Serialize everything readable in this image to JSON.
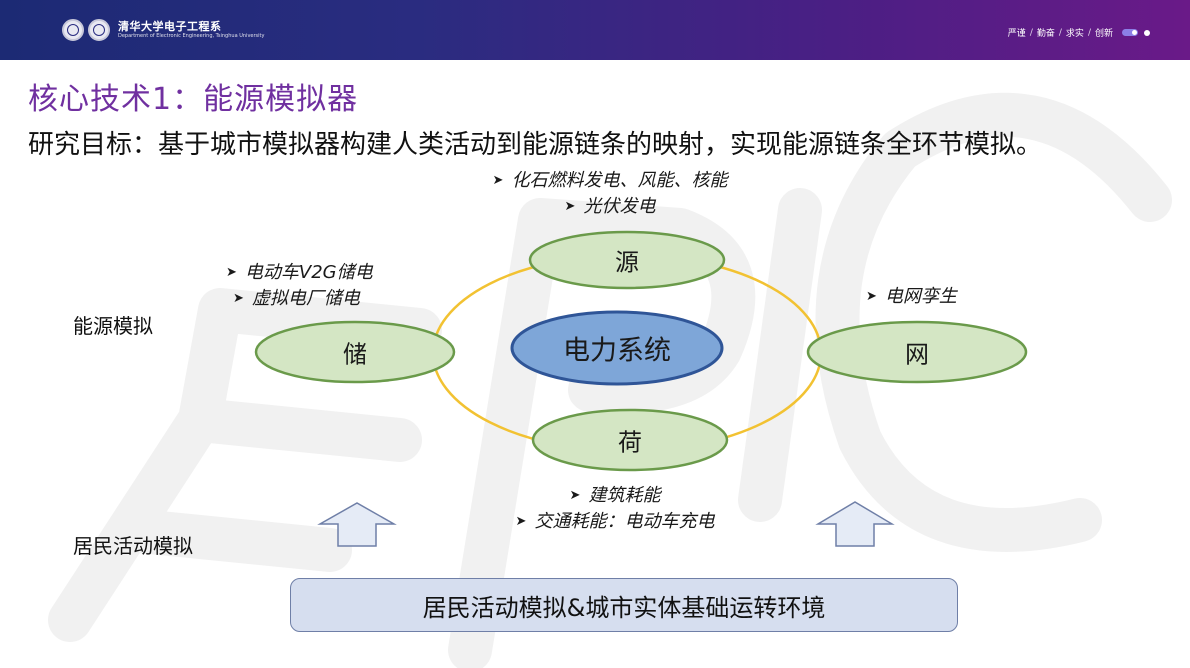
{
  "header": {
    "logo_cn": "清华大学电子工程系",
    "logo_en": "Department of Electronic Engineering, Tsinghua University",
    "motto": [
      "严谨",
      "勤奋",
      "求实",
      "创新"
    ],
    "motto_separator": "/"
  },
  "slide": {
    "title": "核心技术1：能源模拟器",
    "goal": "研究目标：基于城市模拟器构建人类活动到能源链条的映射，实现能源链条全环节模拟。"
  },
  "diagram": {
    "core": "电力系统",
    "nodes": {
      "source": "源",
      "storage": "储",
      "grid": "网",
      "load": "荷"
    },
    "side_labels": {
      "energy_sim": "能源模拟",
      "resident_sim": "居民活动模拟"
    },
    "bullets": {
      "source": [
        "化石燃料发电、风能、核能",
        "光伏发电"
      ],
      "storage": [
        "电动车V2G储电",
        "虚拟电厂储电"
      ],
      "grid": [
        "电网孪生"
      ],
      "load": [
        "建筑耗能",
        "交通耗能：电动车充电"
      ]
    },
    "bullet_marker": "➤",
    "base": "居民活动模拟&城市实体基础运转环境"
  },
  "colors": {
    "header_start": "#1c2a74",
    "header_end": "#6a1a88",
    "title": "#7030a0",
    "node_fill": "#d4e6c4",
    "node_stroke": "#6a9a4a",
    "core_fill": "#7ea6d8",
    "core_stroke": "#2f5597",
    "ring": "#f2c232",
    "arrow_fill": "#e5ebf6",
    "arrow_stroke": "#6f7fa7",
    "base_fill": "#d6deef"
  },
  "watermark_text": "EPIC"
}
